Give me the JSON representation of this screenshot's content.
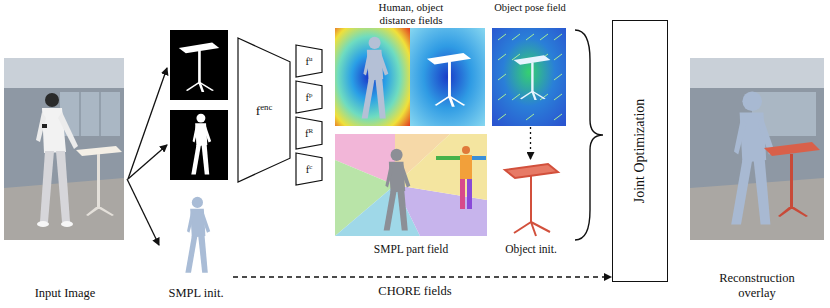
{
  "diagram": {
    "nodes": [
      {
        "text": [
          "Input Image"
        ]
      },
      {
        "text": [
          "SMPL init."
        ]
      },
      {
        "text": [
          "f",
          "enc"
        ]
      },
      {
        "text": [
          "f",
          "u"
        ]
      },
      {
        "text": [
          "f",
          "p"
        ]
      },
      {
        "text": [
          "f",
          "R"
        ]
      },
      {
        "text": [
          "f",
          "c"
        ]
      },
      {
        "text": [
          "Human, object distance fields"
        ]
      },
      {
        "text": [
          "Object pose field"
        ]
      },
      {
        "text": [
          "SMPL part field"
        ]
      },
      {
        "text": [
          "Object init."
        ]
      },
      {
        "text": [
          "Joint Optimization"
        ]
      },
      {
        "text": [
          "Reconstruction overlay"
        ]
      }
    ],
    "edges": [
      {
        "from": 0,
        "to": 1,
        "arrow": "to"
      },
      {
        "from": 1,
        "to": 11,
        "arrow": "to"
      },
      {
        "from": 8,
        "to": 10,
        "arrow": "to"
      }
    ],
    "labels": [
      "CHORE fields"
    ]
  }
}
